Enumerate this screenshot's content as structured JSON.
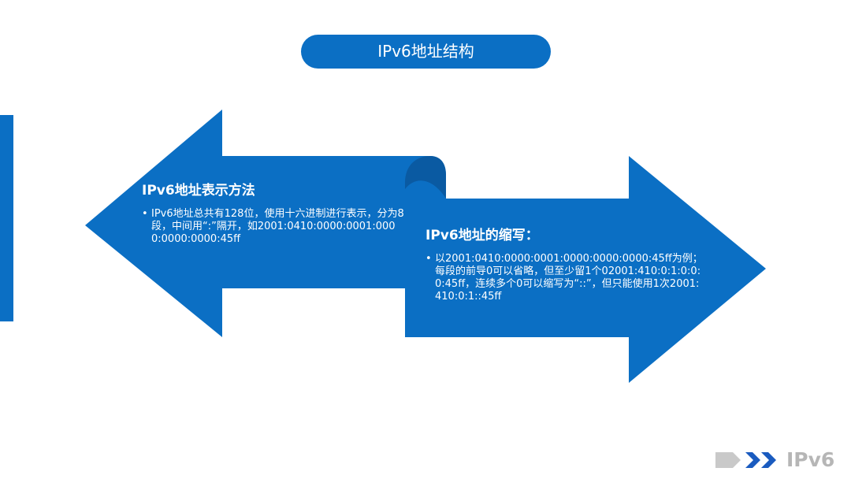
{
  "title": "IPv6地址结构",
  "left_block": {
    "heading": "IPv6地址表示方法",
    "bullet": "IPv6地址总共有128位，使用十六进制进行表示，分为8段，中间用“:”隔开，如2001:0410:0000:0001:0000:0000:0000:45ff"
  },
  "right_block": {
    "heading": "IPv6地址的缩写：",
    "bullet": "以2001:0410:0000:0001:0000:0000:0000:45ff为例；每段的前导0可以省略，但至少留1个02001:410:0:1:0:0:0:45ff，连续多个0可以缩写为“::”，但只能使用1次2001:410:0:1::45ff"
  },
  "logo": {
    "text": "IPv6",
    "icon": "double-chevron-right-icon"
  },
  "colors": {
    "primary": "#0b6fc4",
    "fold_shadow": "#0a5aa2",
    "text": "#ffffff",
    "logo_gray": "#b6b6b6",
    "logo_dark_blue": "#1a5bbf"
  }
}
